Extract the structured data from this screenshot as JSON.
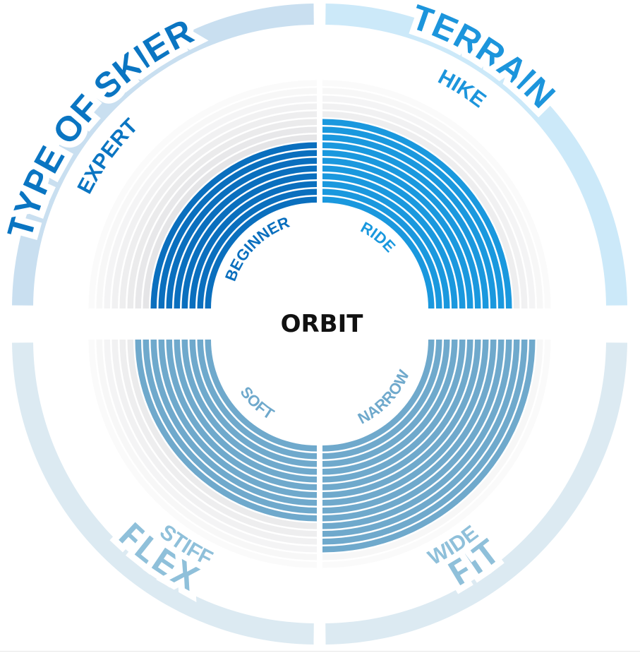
{
  "center_title": "ORBIT",
  "quadrants": [
    {
      "id": "type-of-skier",
      "title": "TYPE OF SKIER",
      "outer_label": "EXPERT",
      "inner_label": "BEGINNER",
      "level": 0.5,
      "colors": {
        "ring": "#c9dff0",
        "title": "#0a75c2",
        "fill": "#0a6fbe",
        "gray": "#c8c8cc"
      }
    },
    {
      "id": "terrain",
      "title": "TERRAIN",
      "outer_label": "HIKE",
      "inner_label": "RIDE",
      "level": 0.7,
      "colors": {
        "ring": "#cce9f9",
        "title": "#1c95dc",
        "fill": "#1a98de",
        "gray": "#c8c8cc"
      }
    },
    {
      "id": "flex",
      "title": "FLEX",
      "outer_label": "STIFF",
      "inner_label": "SOFT",
      "level": 0.6,
      "colors": {
        "ring": "#dceaf2",
        "title": "#8fc0da",
        "fill": "#6fa9cc",
        "gray": "#c8c8cc"
      }
    },
    {
      "id": "fit",
      "title": "FIT",
      "outer_label": "WIDE",
      "inner_label": "NARROW",
      "level": 0.9,
      "colors": {
        "ring": "#dceaf2",
        "title": "#8fc0da",
        "fill": "#6fa9cc",
        "gray": "#c8c8cc"
      }
    }
  ]
}
